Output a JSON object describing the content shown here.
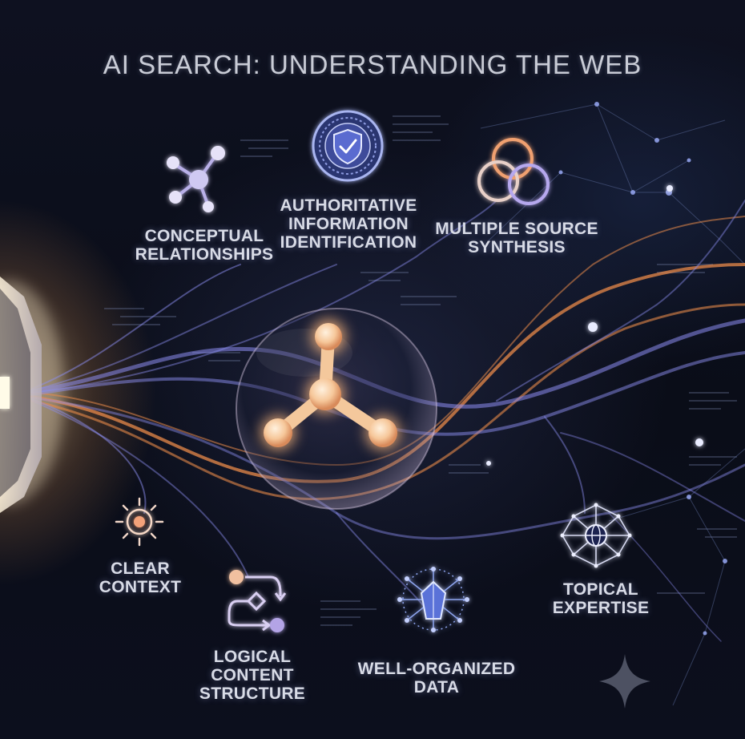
{
  "title": "AI SEARCH: UNDERSTANDING THE WEB",
  "concepts": {
    "conceptual_relationships": [
      "CONCEPTUAL",
      "RELATIONSHIPS"
    ],
    "authoritative_information": [
      "AUTHORITATIVE",
      "INFORMATION",
      "IDENTIFICATION"
    ],
    "multiple_source": [
      "MULTIPLE SOURCE",
      "SYNTHESIS"
    ],
    "clear_context": [
      "CLEAR",
      "CONTEXT"
    ],
    "logical_structure": [
      "LOGICAL",
      "CONTENT",
      "STRUCTURE"
    ],
    "well_organized": [
      "WELL-ORGANIZED",
      "DATA"
    ],
    "topical_expertise": [
      "TOPICAL",
      "EXPERTISE"
    ]
  },
  "colors": {
    "background": "#0a0d18",
    "stream_purple": "#8c8df0",
    "stream_orange": "#e88a4a",
    "glow_peach": "#ffd6a8",
    "label_text": "#d8dbe6"
  }
}
